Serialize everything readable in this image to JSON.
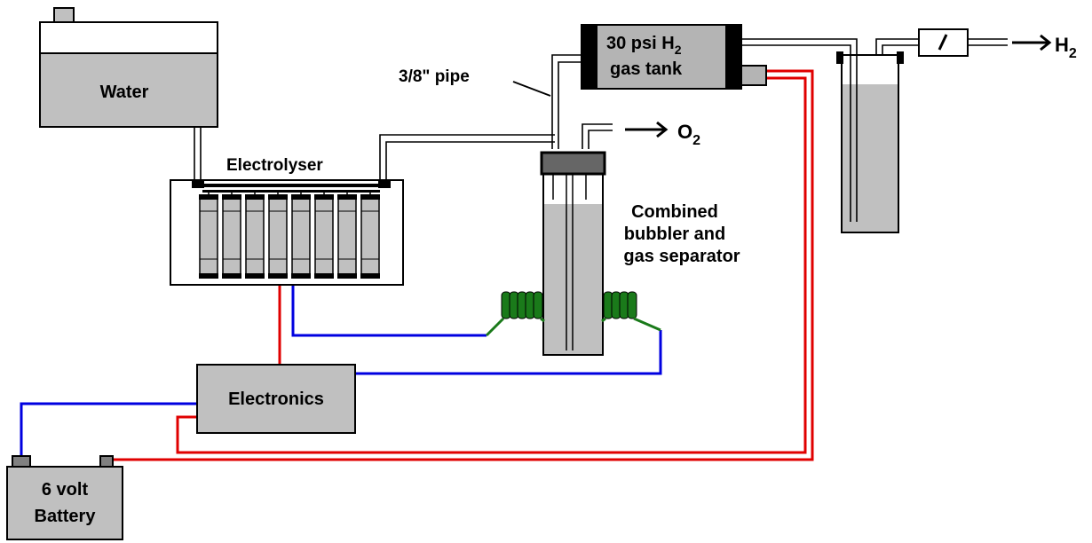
{
  "labels": {
    "water": "Water",
    "electrolyser": "Electrolyser",
    "pipe": "3/8\" pipe",
    "tank_line1_prefix": "30 psi H",
    "tank_line1_sub": "2",
    "tank_line2": "gas tank",
    "o2_main": "O",
    "o2_sub": "2",
    "h2_main": "H",
    "h2_sub": "2",
    "separator_line1": "Combined",
    "separator_line2": "bubbler and",
    "separator_line3": "gas separator",
    "electronics": "Electronics",
    "battery_line1": "6 volt",
    "battery_line2": "Battery"
  },
  "colors": {
    "component_fill": "#c0c0c0",
    "tank_fill": "#b4b4b4",
    "positive_wire": "#e00000",
    "negative_wire": "#0000e0",
    "coil": "#1a7a1a"
  }
}
